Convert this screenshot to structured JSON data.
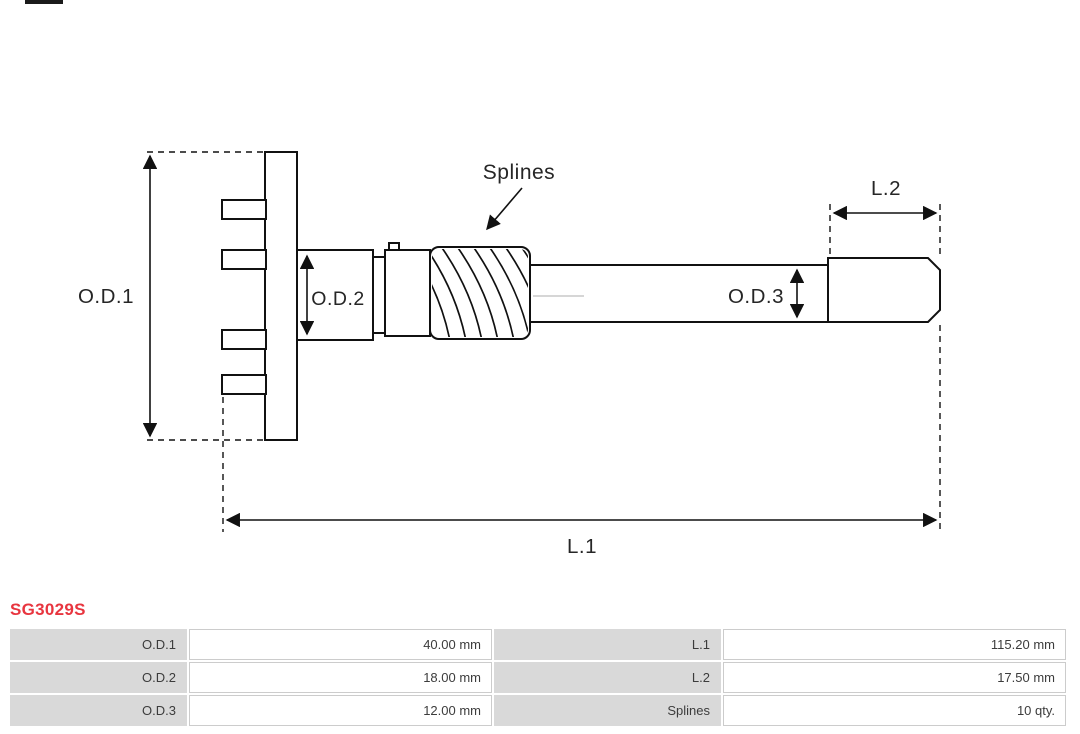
{
  "page": {
    "part_number": "SG3029S"
  },
  "drawing": {
    "labels": {
      "od1": "O.D.1",
      "od2": "O.D.2",
      "od3": "O.D.3",
      "l1": "L.1",
      "l2": "L.2",
      "splines": "Splines"
    }
  },
  "spec_table": {
    "rows": [
      {
        "c0": "O.D.1",
        "c1": "40.00 mm",
        "c2": "L.1",
        "c3": "115.20 mm"
      },
      {
        "c0": "O.D.2",
        "c1": "18.00 mm",
        "c2": "L.2",
        "c3": "17.50 mm"
      },
      {
        "c0": "O.D.3",
        "c1": "12.00 mm",
        "c2": "Splines",
        "c3": "10 qty."
      }
    ]
  },
  "colors": {
    "part_number_red": "#e8353f",
    "table_label_bg": "#d9d9d9",
    "table_border": "#cccccc",
    "line_color": "#111111"
  }
}
